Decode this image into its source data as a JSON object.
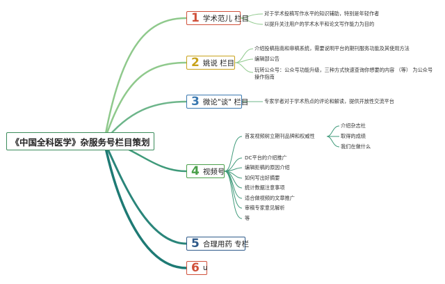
{
  "root": {
    "title": "《中国全科医学》杂服务号栏目策划"
  },
  "colors": {
    "branch1": "#d0503a",
    "branch2": "#c8a21a",
    "branch3": "#3a78b0",
    "branch4": "#4aa04a",
    "branch5": "#2e5a8a",
    "branch6": "#d0503a",
    "line_light": "#8fc98c",
    "line_dark": "#1e7a74"
  },
  "branches": [
    {
      "number": "1",
      "label": "学术范儿 栏目",
      "items": [
        "对于学术投稿写作水平的知识辅助，特别是年轻作者",
        "以提升关注用户的学术水平和论文写作能力为目的"
      ]
    },
    {
      "number": "2",
      "label": "姚说 栏目",
      "items": [
        "介绍投稿指南和审稿系统，需要说明平台的期刊服务功能及其使用方法",
        "编辑部公告",
        "玩转公众号：公众号功能升级，三种方式快速查询你想要的内容 （等） 为公众号",
        "操作指南"
      ]
    },
    {
      "number": "3",
      "label": "微论\"谈\" 栏目",
      "items": [
        "专家学者对于学术热点的评论和解读，提供开放性交流平台"
      ]
    },
    {
      "number": "4",
      "label": "视频号",
      "items": [
        "首发视频树立期刊品牌和权威性",
        "DC平台的介绍推广",
        "编辑拒稿的原因介绍",
        "如何写出好摘要",
        "统计数据注意事项",
        "适合做视频的文章推广",
        "审稿专家意见解析",
        "等"
      ],
      "subitems": [
        "介绍杂志社",
        "取得的成绩",
        "我们在做什么"
      ]
    },
    {
      "number": "5",
      "label": "合理用药 专栏",
      "items": []
    },
    {
      "number": "6",
      "label": "u",
      "items": []
    }
  ]
}
